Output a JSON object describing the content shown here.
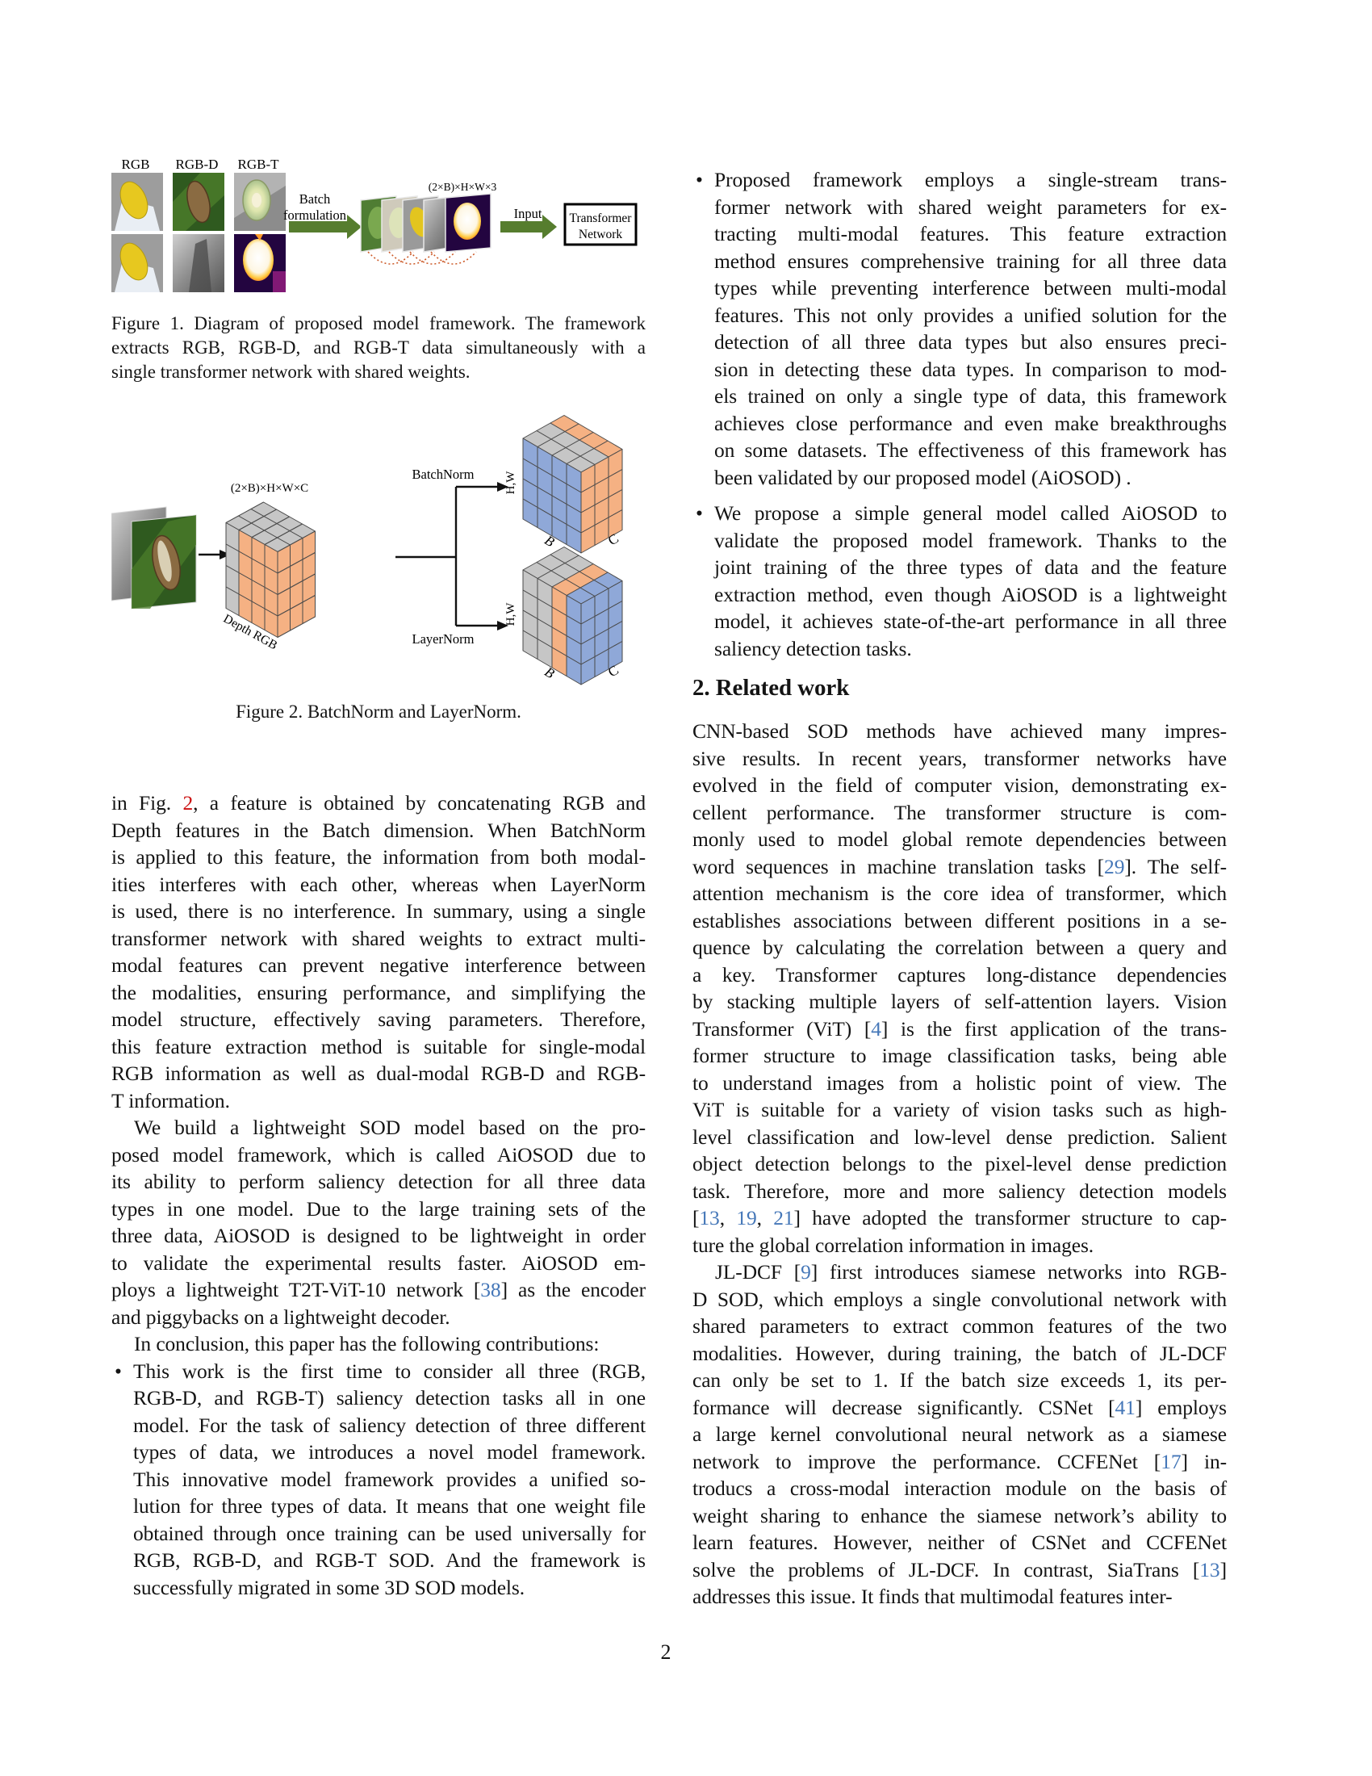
{
  "glyphs": {
    "bullet": "•"
  },
  "colors": {
    "cite_blue": "#4577b8",
    "figref_red": "#cc1111"
  },
  "figure1": {
    "label_rgb": "RGB",
    "label_rgbd": "RGB-D",
    "label_rgbt": "RGB-T",
    "batch_line1": "Batch",
    "batch_line2": "formulation",
    "stack_dims": "(2×B)×H×W×3",
    "input_label": "Input",
    "box_line1": "Transformer",
    "box_line2": "Network",
    "arrow_green": "#567d2e",
    "arc_orange": "#cc5a28",
    "caption_lines": [
      "Figure 1. Diagram of proposed model framework. The framework",
      "extracts RGB, RGB-D, and RGB-T data simultaneously with a",
      "single transformer network with shared weights."
    ]
  },
  "figure2": {
    "dims": "(2×B)×H×W×C",
    "batchnorm": "BatchNorm",
    "layernorm": "LayerNorm",
    "depth_rgb": "Depth RGB",
    "hw": "H,W",
    "b": "B",
    "c": "C",
    "caption": "Figure 2. BatchNorm and LayerNorm.",
    "colors": {
      "gray": "#c6c6c6",
      "orange": "#f5b183",
      "blue": "#8fa8d8",
      "arrow_black": "#111111"
    }
  },
  "left_column": {
    "para1_lines": [
      "in Fig. 2, a feature is obtained by concatenating RGB and",
      "Depth features in the Batch dimension. When BatchNorm",
      "is applied to this feature, the information from both modal-",
      "ities interferes with each other, whereas when LayerNorm",
      "is used, there is no interference. In summary, using a single",
      "transformer network with shared weights to extract multi-",
      "modal features can prevent negative interference between",
      "the modalities, ensuring performance, and simplifying the",
      "model structure, effectively saving parameters. Therefore,",
      "this feature extraction method is suitable for single-modal",
      "RGB information as well as dual-modal RGB-D and RGB-",
      "T information."
    ],
    "para2_lines": [
      "We build a lightweight SOD model based on the pro-",
      "posed model framework, which is called AiOSOD due to",
      "its ability to perform saliency detection for all three data",
      "types in one model. Due to the large training sets of the",
      "three data, AiOSOD is designed to be lightweight in order",
      "to validate the experimental results faster. AiOSOD em-",
      "ploys a lightweight T2T-ViT-10 network [38] as the encoder",
      "and piggybacks on a lightweight decoder."
    ],
    "para3_lines": [
      "In conclusion, this paper has the following contributions:"
    ],
    "bullet1_lines": [
      "This work is the first time to consider all three (RGB,",
      "RGB-D, and RGB-T) saliency detection tasks all in one",
      "model. For the task of saliency detection of three different",
      "types of data, we introduces a novel model framework.",
      "This innovative model framework provides a unified so-",
      "lution for three types of data. It means that one weight file",
      "obtained through once training can be used universally for",
      "RGB, RGB-D, and RGB-T SOD. And the framework is",
      "successfully migrated in some 3D SOD models."
    ]
  },
  "right_column": {
    "bullet1_lines": [
      "Proposed framework employs a single-stream trans-",
      "former network with shared weight parameters for ex-",
      "tracting multi-modal features. This feature extraction",
      "method ensures comprehensive training for all three data",
      "types while preventing interference between multi-modal",
      "features. This not only provides a unified solution for the",
      "detection of all three data types but also ensures preci-",
      "sion in detecting these data types. In comparison to mod-",
      "els trained on only a single type of data, this framework",
      "achieves close performance and even make breakthroughs",
      "on some datasets. The effectiveness of this framework has",
      "been validated by our proposed model (AiOSOD) ."
    ],
    "bullet2_lines": [
      "We propose a simple general model called AiOSOD to",
      "validate the proposed model framework. Thanks to the",
      "joint training of the three types of data and the feature",
      "extraction method, even though AiOSOD is a lightweight",
      "model, it achieves state-of-the-art performance in all three",
      "saliency detection tasks."
    ],
    "heading": "2. Related work",
    "para1_lines": [
      "CNN-based SOD methods have achieved many impres-",
      "sive results. In recent years, transformer networks have",
      "evolved in the field of computer vision, demonstrating ex-",
      "cellent performance. The transformer structure is com-",
      "monly used to model global remote dependencies between",
      "word sequences in machine translation tasks [29]. The self-",
      "attention mechanism is the core idea of transformer, which",
      "establishes associations between different positions in a se-",
      "quence by calculating the correlation between a query and",
      "a key. Transformer captures long-distance dependencies",
      "by stacking multiple layers of self-attention layers. Vision",
      "Transformer (ViT) [4] is the first application of the trans-",
      "former structure to image classification tasks, being able",
      "to understand images from a holistic point of view. The",
      "ViT is suitable for a variety of vision tasks such as high-",
      "level classification and low-level dense prediction. Salient",
      "object detection belongs to the pixel-level dense prediction",
      "task. Therefore, more and more saliency detection models",
      "[13, 19, 21] have adopted the transformer structure to cap-",
      "ture the global correlation information in images."
    ],
    "para2_lines": [
      "JL-DCF [9] first introduces siamese networks into RGB-",
      "D SOD, which employs a single convolutional network with",
      "shared parameters to extract common features of the two",
      "modalities. However, during training, the batch of JL-DCF",
      "can only be set to 1. If the batch size exceeds 1, its per-",
      "formance will decrease significantly. CSNet [41] employs",
      "a large kernel convolutional neural network as a siamese",
      "network to improve the performance. CCFENet [17] in-",
      "troducs a cross-modal interaction module on the basis of",
      "weight sharing to enhance the siamese network’s ability to",
      "learn features. However, neither of CSNet and CCFENet",
      "solve the problems of JL-DCF. In contrast, SiaTrans [13]",
      "addresses this issue. It finds that multimodal features inter-"
    ]
  },
  "page_number": "2"
}
